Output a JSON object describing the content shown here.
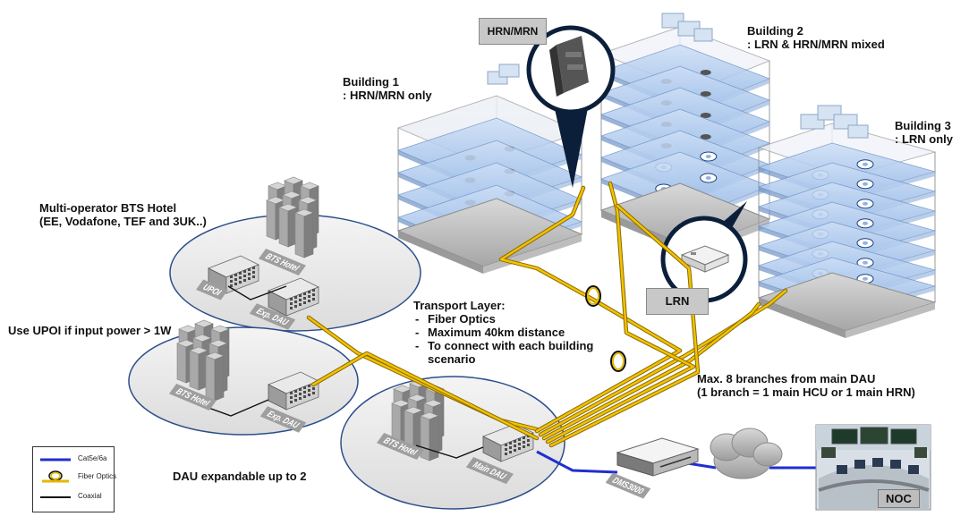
{
  "labels": {
    "hrn_mrn_box": "HRN/MRN",
    "lrn_box": "LRN",
    "building1": [
      "Building 1",
      ": HRN/MRN only"
    ],
    "building2": [
      "Building 2",
      ": LRN & HRN/MRN mixed"
    ],
    "building3": [
      "Building 3",
      ": LRN only"
    ],
    "bts_hotel_title": [
      "Multi-operator BTS Hotel",
      "(EE, Vodafone, TEF and 3UK..)"
    ],
    "upoi_note": "Use UPOI if input power > 1W",
    "dau_expand": "DAU expandable up to 2",
    "transport_title": "Transport Layer:",
    "transport_items": [
      "Fiber Optics",
      "Maximum 40km distance",
      "To connect with each building scenario"
    ],
    "branches": [
      "Max. 8 branches from main DAU",
      "(1 branch = 1 main HCU or 1 main HRN)"
    ],
    "noc": "NOC"
  },
  "tags": {
    "bts_hotel": "BTS Hotel",
    "upoi": "UPOI",
    "exp_dau": "Exp. DAU",
    "main_dau": "Main DAU",
    "dms3000": "DMS3000"
  },
  "legend": [
    {
      "label": "Cat5e/6a",
      "color": "#1f2fd0"
    },
    {
      "label": "Fiber Optics",
      "color": "#e6b800"
    },
    {
      "label": "Coaxial",
      "color": "#111111"
    }
  ]
}
